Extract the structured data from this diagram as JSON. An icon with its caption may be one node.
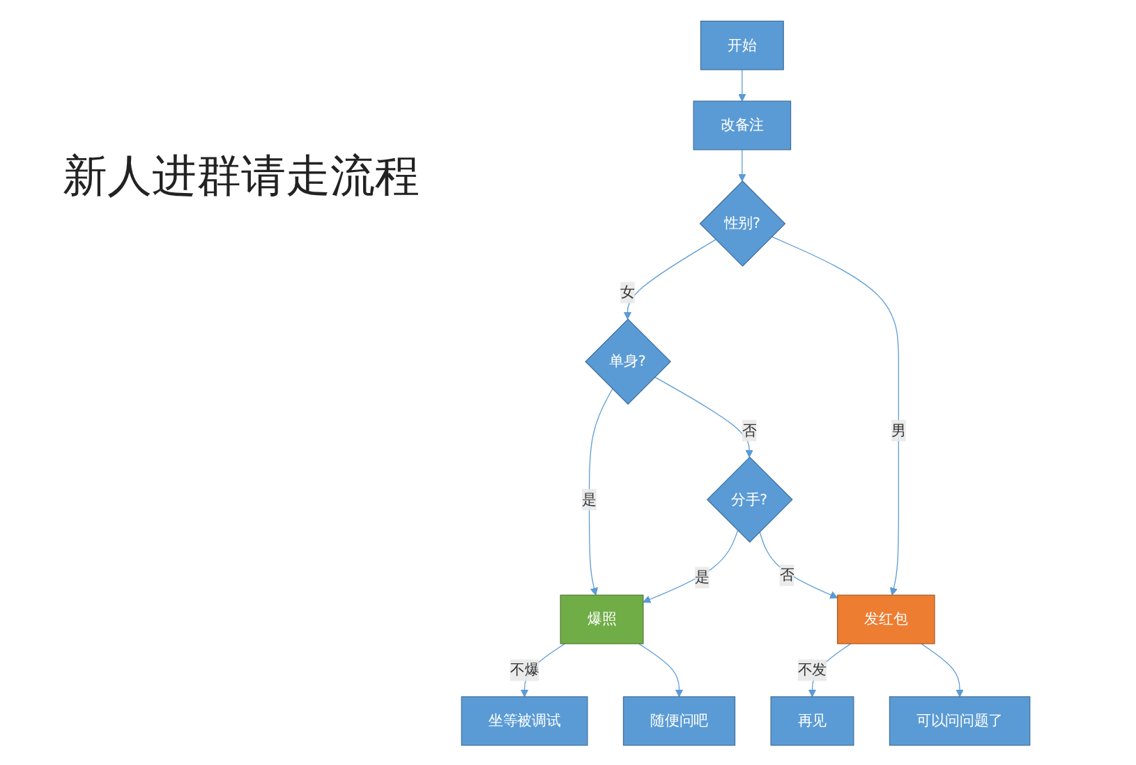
{
  "diagram": {
    "title": "新人进群请走流程",
    "nodes": [
      {
        "text": [
          "开始"
        ]
      },
      {
        "text": [
          "改备注"
        ]
      },
      {
        "text": [
          "性别?"
        ]
      },
      {
        "text": [
          "单身?"
        ]
      },
      {
        "text": [
          "分手?"
        ]
      },
      {
        "text": [
          "坐等被调试"
        ]
      },
      {
        "text": [
          "爆照"
        ]
      },
      {
        "text": [
          "发红包"
        ]
      },
      {
        "text": [
          "再见"
        ]
      },
      {
        "text": [
          "随便问吧"
        ]
      },
      {
        "text": [
          "可以问问题了"
        ]
      }
    ],
    "edges": [
      {
        "from": 0,
        "to": 1,
        "arrow": "to"
      },
      {
        "from": 1,
        "to": 2,
        "arrow": "to"
      },
      {
        "from": 2,
        "to": 3,
        "arrow": "to",
        "label": "女"
      },
      {
        "from": 2,
        "to": 7,
        "arrow": "to",
        "label": "男"
      },
      {
        "from": 3,
        "to": 6,
        "arrow": "to",
        "label": "是"
      },
      {
        "from": 3,
        "to": 4,
        "arrow": "to",
        "label": "否"
      },
      {
        "from": 4,
        "to": 6,
        "arrow": "to",
        "label": "是"
      },
      {
        "from": 4,
        "to": 7,
        "arrow": "to",
        "label": "否"
      },
      {
        "from": 6,
        "to": 5,
        "arrow": "to",
        "label": "不爆"
      },
      {
        "from": 7,
        "to": 8,
        "arrow": "to",
        "label": "不发"
      },
      {
        "from": 6,
        "to": 9,
        "arrow": "to"
      },
      {
        "from": 7,
        "to": 10,
        "arrow": "to"
      }
    ]
  }
}
